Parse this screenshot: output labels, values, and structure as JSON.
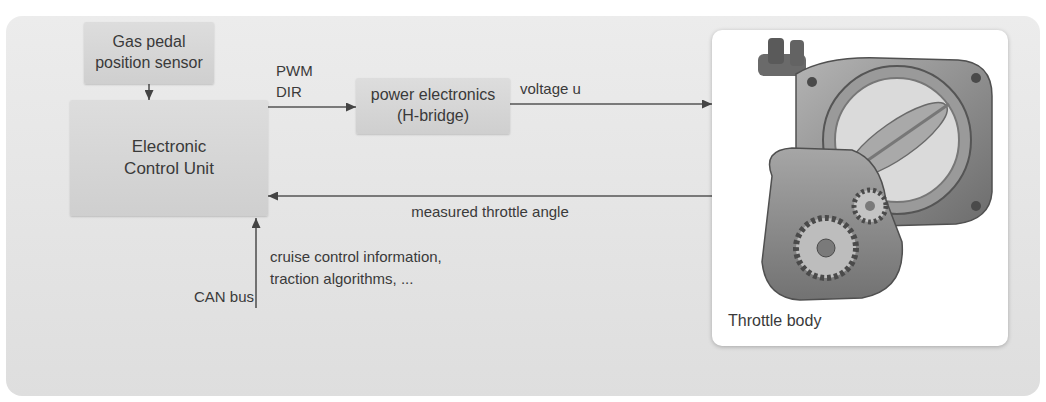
{
  "diagram": {
    "nodes": [
      {
        "text": [
          "Gas pedal position sensor"
        ]
      },
      {
        "text": [
          "Electronic Control Unit"
        ]
      },
      {
        "text": [
          "power electronics (H-bridge)"
        ]
      },
      {
        "text": [
          "Throttle body"
        ]
      }
    ],
    "edges": [
      {
        "from": 0,
        "to": 1,
        "arrow": "to"
      },
      {
        "from": 1,
        "to": 2,
        "label": "PWM DIR",
        "arrow": "to"
      },
      {
        "from": 2,
        "to": 3,
        "label": "voltage u",
        "arrow": "to"
      },
      {
        "from": 3,
        "to": 1,
        "label": "measured throttle angle",
        "arrow": "to"
      }
    ],
    "labels": [
      "CAN bus",
      "cruise control information, traction algorithms, ..."
    ]
  }
}
